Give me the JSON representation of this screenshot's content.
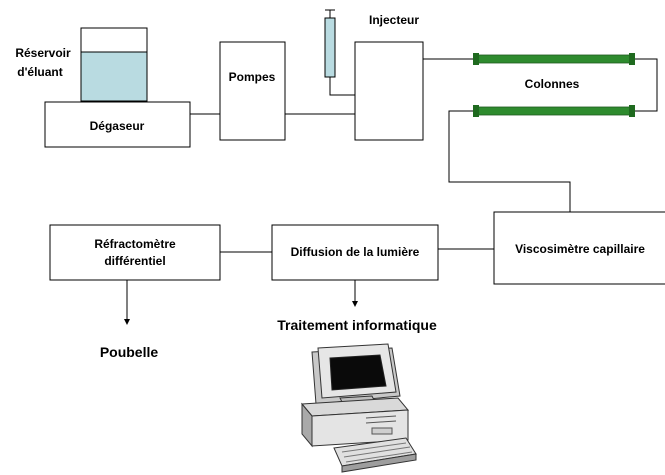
{
  "labels": {
    "reservoir_line1": "Réservoir",
    "reservoir_line2": "d'éluant",
    "degasser": "Dégaseur",
    "pumps": "Pompes",
    "injector": "Injecteur",
    "columns": "Colonnes",
    "viscometer": "Viscosimètre capillaire",
    "light_scattering": "Diffusion de la lumière",
    "refractometer_line1": "Réfractomètre",
    "refractometer_line2": "différentiel",
    "data_processing": "Traitement informatique",
    "waste": "Poubelle"
  },
  "colors": {
    "line": "#000000",
    "eluent_liquid": "#b9dbe1",
    "column_fill": "#2e8b2e",
    "column_end": "#1f6a1f",
    "syringe_fill": "#b9dbe1"
  },
  "icons": {
    "computer": "desktop-computer-icon"
  }
}
